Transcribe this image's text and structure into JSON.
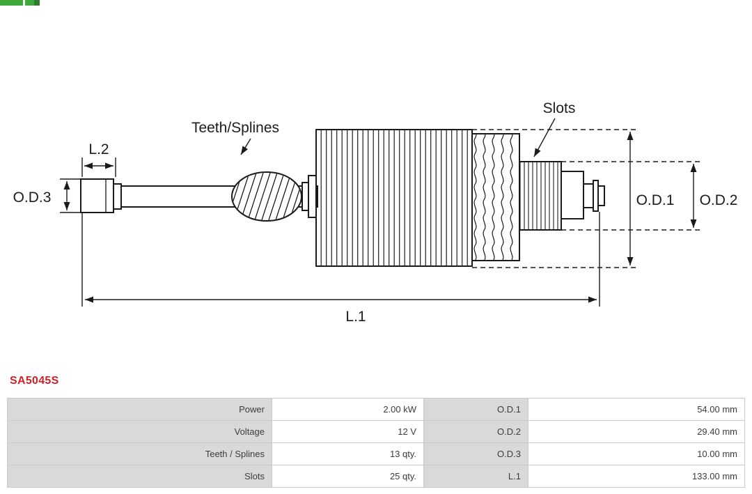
{
  "part_number": "SA5045S",
  "diagram": {
    "labels": {
      "teeth_splines": "Teeth/Splines",
      "slots": "Slots",
      "l1": "L.1",
      "l2": "L.2",
      "od1": "O.D.1",
      "od2": "O.D.2",
      "od3": "O.D.3"
    },
    "subject": "starter-armature-technical-drawing"
  },
  "specs": [
    {
      "k1": "Power",
      "v1": "2.00 kW",
      "k2": "O.D.1",
      "v2": "54.00 mm"
    },
    {
      "k1": "Voltage",
      "v1": "12 V",
      "k2": "O.D.2",
      "v2": "29.40 mm"
    },
    {
      "k1": "Teeth / Splines",
      "v1": "13 qty.",
      "k2": "O.D.3",
      "v2": "10.00 mm"
    },
    {
      "k1": "Slots",
      "v1": "25 qty.",
      "k2": "L.1",
      "v2": "133.00 mm"
    }
  ],
  "colors": {
    "accent_red": "#cc2229",
    "table_label_bg": "#d9d9d9",
    "table_value_bg": "#ffffff",
    "table_border": "#c9c9c9",
    "line": "#1a1a1a",
    "logo_green": "#3fa93c"
  }
}
